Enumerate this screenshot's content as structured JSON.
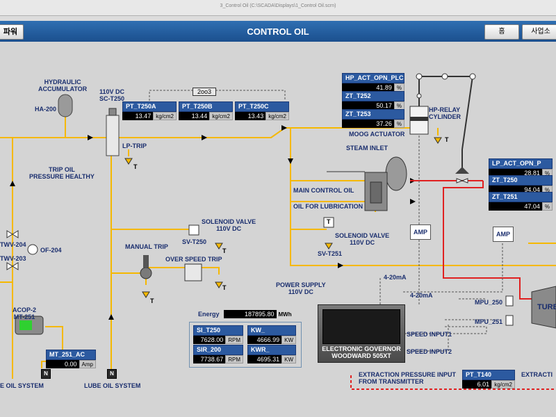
{
  "window": {
    "title": "3_Control Oil    (C:\\SCADA\\Displays\\1_Control Oil.scrn)"
  },
  "header": {
    "title": "CONTROL OIL",
    "left_tab": "파워",
    "home_button": "홈",
    "site_button": "사업소"
  },
  "labels": {
    "hydraulic_accumulator": "HYDRAULIC\nACCUMULATOR",
    "ha200": "HA-200",
    "sc_t250": "110V DC\nSC-T250",
    "two_oo_three": "2oo3",
    "lp_trip": "LP-TRIP",
    "trip_oil": "TRIP OIL\nPRESSURE HEALTHY",
    "twv204": "TWV-204",
    "twv203": "TWV-203",
    "of204": "OF-204",
    "acop2": "ACOP-2\nMT-251",
    "solenoid_top": "SOLENOID VALVE\n110V DC",
    "sv_t250": "SV-T250",
    "manual_trip": "MANUAL TRIP",
    "over_speed_trip": "OVER SPEED TRIP",
    "moog": "MOOG ACTUATOR",
    "hp_relay": "HP-RELAY\nCYLINDER",
    "steam_inlet": "STEAM INLET",
    "main_control_oil": "MAIN CONTROL OIL",
    "oil_lubrication": "OIL FOR LUBRICATION",
    "solenoid_mid": "SOLENOID VALVE\n110V DC",
    "sv_t251": "SV-T251",
    "power_supply": "POWER SUPPLY\n110V DC",
    "ma1": "4-20mA",
    "ma2": "4-20mA",
    "mpu250": "MPU_250",
    "mpu251": "MPU_251",
    "turbine": "TURB",
    "speed_input1": "SPEED INPUT1",
    "speed_input2": "SPEED INPUT2",
    "gov": "ELECTRONIC GOVERNOR\nWOODWARD 505XT",
    "extraction": "EXTRACTION PRESSURE INPUT\nFROM TRANSMITTER",
    "extraction2": "EXTRACTI",
    "lube1": "E OIL SYSTEM",
    "lube2": "LUBE OIL SYSTEM",
    "t1": "T",
    "t2": "T",
    "t3": "T",
    "t4": "T",
    "t5": "T",
    "t6": "T",
    "amp": "AMP",
    "n": "N"
  },
  "energy": {
    "label": "Energy",
    "value": "187895.80",
    "unit": "MWh"
  },
  "tags": {
    "pt_t250a": {
      "name": "PT_T250A",
      "value": "13.47",
      "unit": "kg/cm2"
    },
    "pt_t250b": {
      "name": "PT_T250B",
      "value": "13.44",
      "unit": "kg/cm2"
    },
    "pt_t250c": {
      "name": "PT_T250C",
      "value": "13.43",
      "unit": "kg/cm2"
    },
    "hp_act": {
      "name": "HP_ACT_OPN_PLC",
      "value": "41.89",
      "unit": "%"
    },
    "zt_t252": {
      "name": "ZT_T252",
      "value": "50.17",
      "unit": "%"
    },
    "zt_t253": {
      "name": "ZT_T253",
      "value": "37.26",
      "unit": "%"
    },
    "lp_act": {
      "name": "LP_ACT_OPN_P",
      "value": "28.81",
      "unit": "%"
    },
    "zt_t250": {
      "name": "ZT_T250",
      "value": "94.04",
      "unit": "%"
    },
    "zt_t251": {
      "name": "ZT_T251",
      "value": "47.04",
      "unit": "%"
    },
    "mt_251": {
      "name": "MT_251_AC",
      "value": "0.00",
      "unit": "Amp"
    },
    "si_t250": {
      "name": "SI_T250",
      "value": "7628.00",
      "unit": "RPM"
    },
    "sir_200": {
      "name": "SIR_200",
      "value": "7738.67",
      "unit": "RPM"
    },
    "kw": {
      "name": "KW_",
      "value": "4666.99",
      "unit": "KW"
    },
    "kwr": {
      "name": "KWR_",
      "value": "4695.31",
      "unit": "KW"
    },
    "pt_t140": {
      "name": "PT_T140",
      "value": "6.01",
      "unit": "kg/cm2"
    }
  },
  "colors": {
    "oil": "#f5b800",
    "signal": "#e02020",
    "header": "#1f5a9c"
  }
}
